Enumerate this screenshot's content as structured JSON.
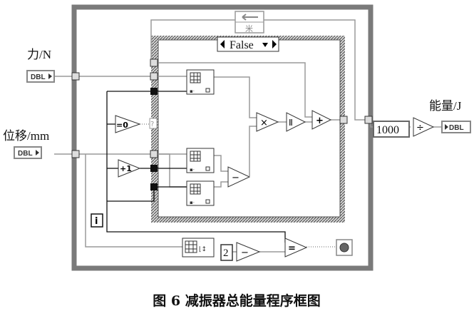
{
  "caption": "图 6   减振器总能量程序框图",
  "terminals": {
    "force_label": "力/N",
    "force_type": "DBL",
    "displacement_label": "位移/mm",
    "displacement_type": "DBL",
    "energy_label": "能量/J",
    "energy_type": "DBL"
  },
  "case_structure": {
    "selector_value": "False"
  },
  "shift_register": {
    "symbol": "米"
  },
  "loop": {
    "iteration": "i"
  },
  "nodes": {
    "compare_zero": "=0",
    "unknown": "?",
    "increment": "+1",
    "multiply": "×",
    "halve": "Ⅱ",
    "add": "+",
    "subtract_1": "−",
    "subtract_2": "−",
    "divide": "÷",
    "equal": "="
  },
  "constants": {
    "divisor": "1000",
    "two": "2"
  },
  "colors": {
    "wire": "#9a9a9a",
    "frame": "#808080",
    "node_border": "#333333"
  }
}
